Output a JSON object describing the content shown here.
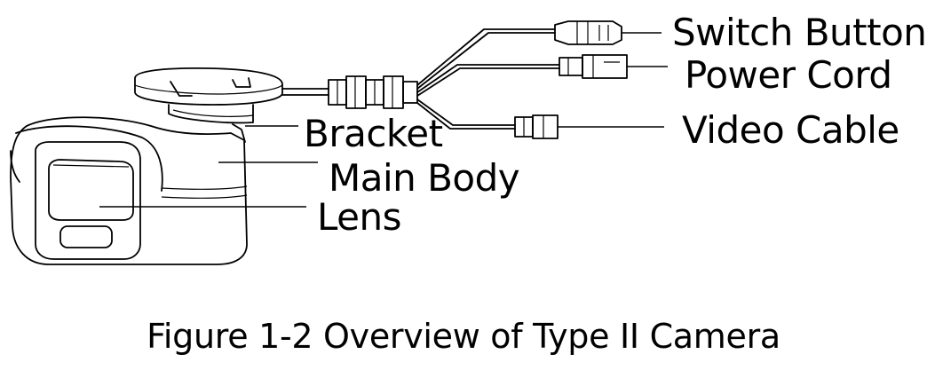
{
  "labels": {
    "switch_button": "Switch Button",
    "power_cord": "Power Cord",
    "video_cable": "Video Cable",
    "bracket": "Bracket",
    "main_body": "Main Body",
    "lens": "Lens"
  },
  "caption": "Figure 1-2 Overview of Type II Camera",
  "colors": {
    "line": "#000000",
    "background": "#ffffff"
  }
}
